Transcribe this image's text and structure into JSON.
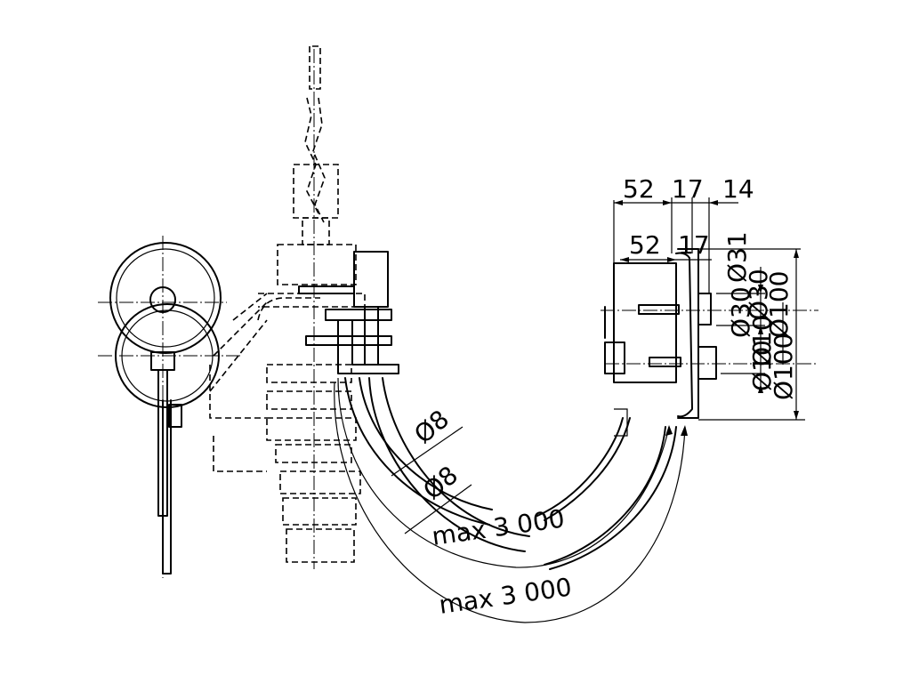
{
  "dimensions": {
    "top_52": "52",
    "top_17": "17",
    "top_14": "14",
    "mid_52": "52",
    "mid_17": "17",
    "dia_31": "Ø31",
    "dia_30_a": "Ø30",
    "dia_30_b": "Ø30",
    "dia_100_a": "Ø100",
    "dia_100_b": "Ø100",
    "dia_10_a": "Ø10",
    "dia_10_b": "Ø10",
    "dia_8_a": "Ø8",
    "dia_8_b": "Ø8",
    "cable_len_a": "max 3 000",
    "cable_len_b": "max 3 000"
  }
}
